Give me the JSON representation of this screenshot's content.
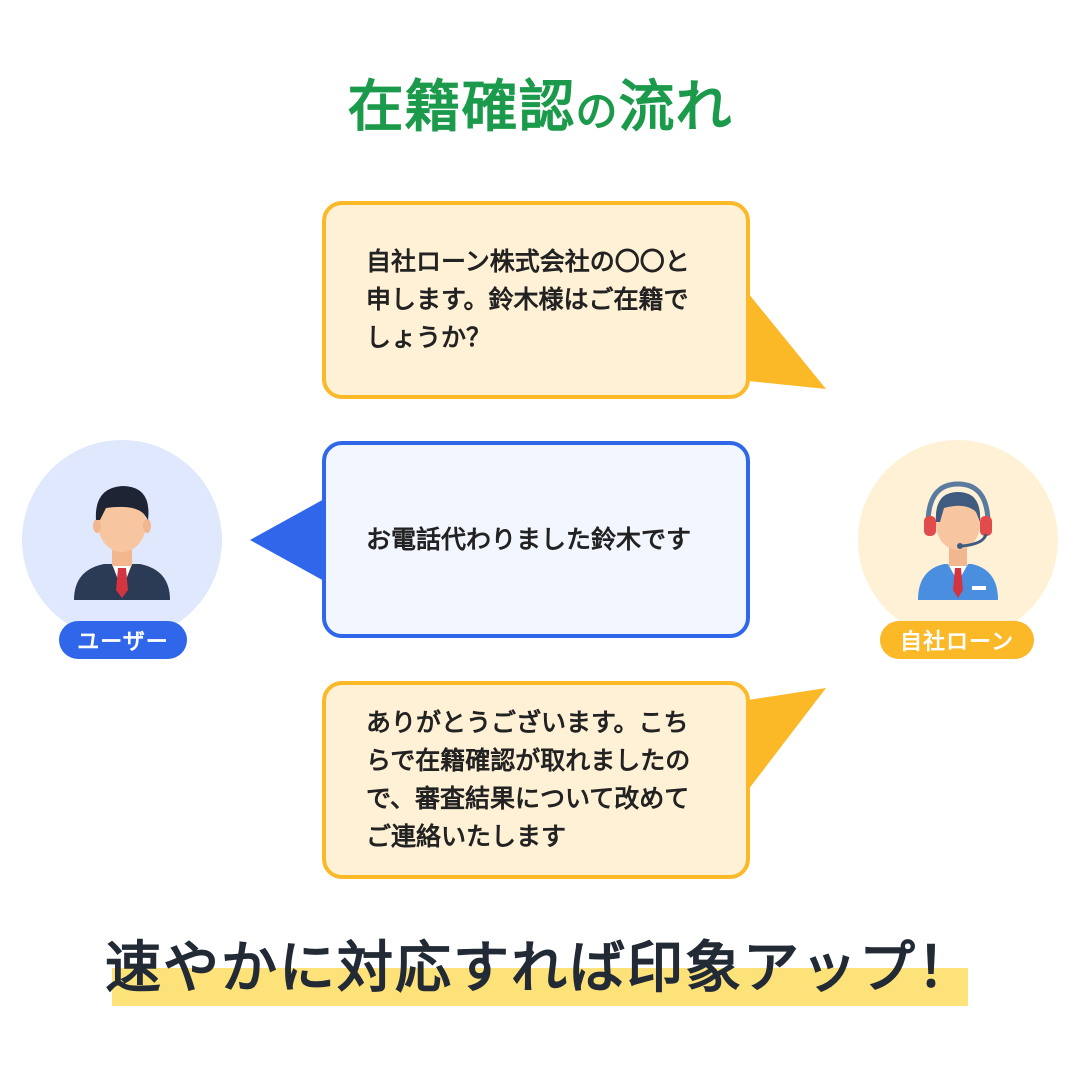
{
  "title": {
    "main": "在籍確認",
    "particle": "の",
    "end": "流れ"
  },
  "bubbles": [
    {
      "text": "自社ローン株式会社の〇〇と申します。鈴木様はご在籍でしょうか？"
    },
    {
      "text": "お電話代わりました鈴木です"
    },
    {
      "text": "ありがとうございます。こちらで在籍確認が取れましたので、審査結果について改めてご連絡いたします"
    }
  ],
  "participants": {
    "user": {
      "label": "ユーザー",
      "icon": "businessman-icon"
    },
    "company": {
      "label": "自社ローン",
      "icon": "operator-headset-icon"
    }
  },
  "footer": "速やかに対応すれば印象アップ！",
  "colors": {
    "title": "#1a9a4a",
    "yellow_border": "#fbb827",
    "yellow_fill": "#fff1d6",
    "blue_border": "#2f66ea",
    "blue_fill": "#f1f6ff",
    "highlight": "#fde27a"
  }
}
